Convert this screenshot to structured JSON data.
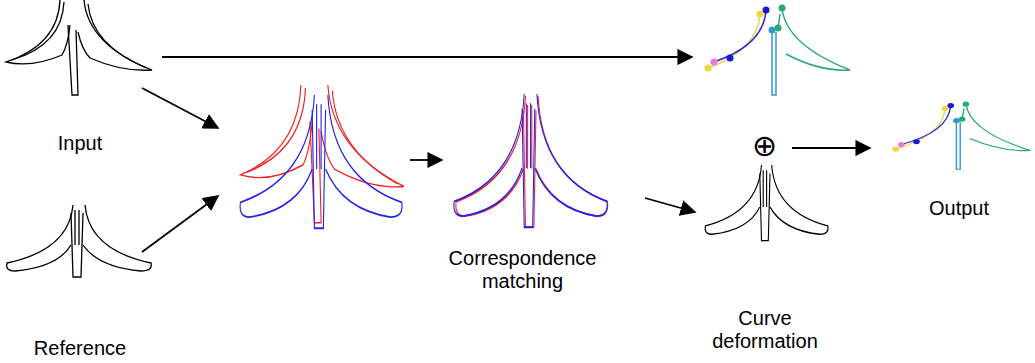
{
  "diagram": {
    "nodes": [
      {
        "text": [
          "Input"
        ]
      },
      {
        "text": [
          "Reference"
        ]
      },
      {
        "text": [
          "Correspondence matching"
        ]
      },
      {
        "text": [
          "Curve deformation"
        ]
      },
      {
        "text": [
          "Output"
        ]
      }
    ],
    "edges": [
      {
        "from": 2,
        "to": 3,
        "arrow": "to"
      }
    ],
    "labels": [
      "⊕"
    ]
  }
}
